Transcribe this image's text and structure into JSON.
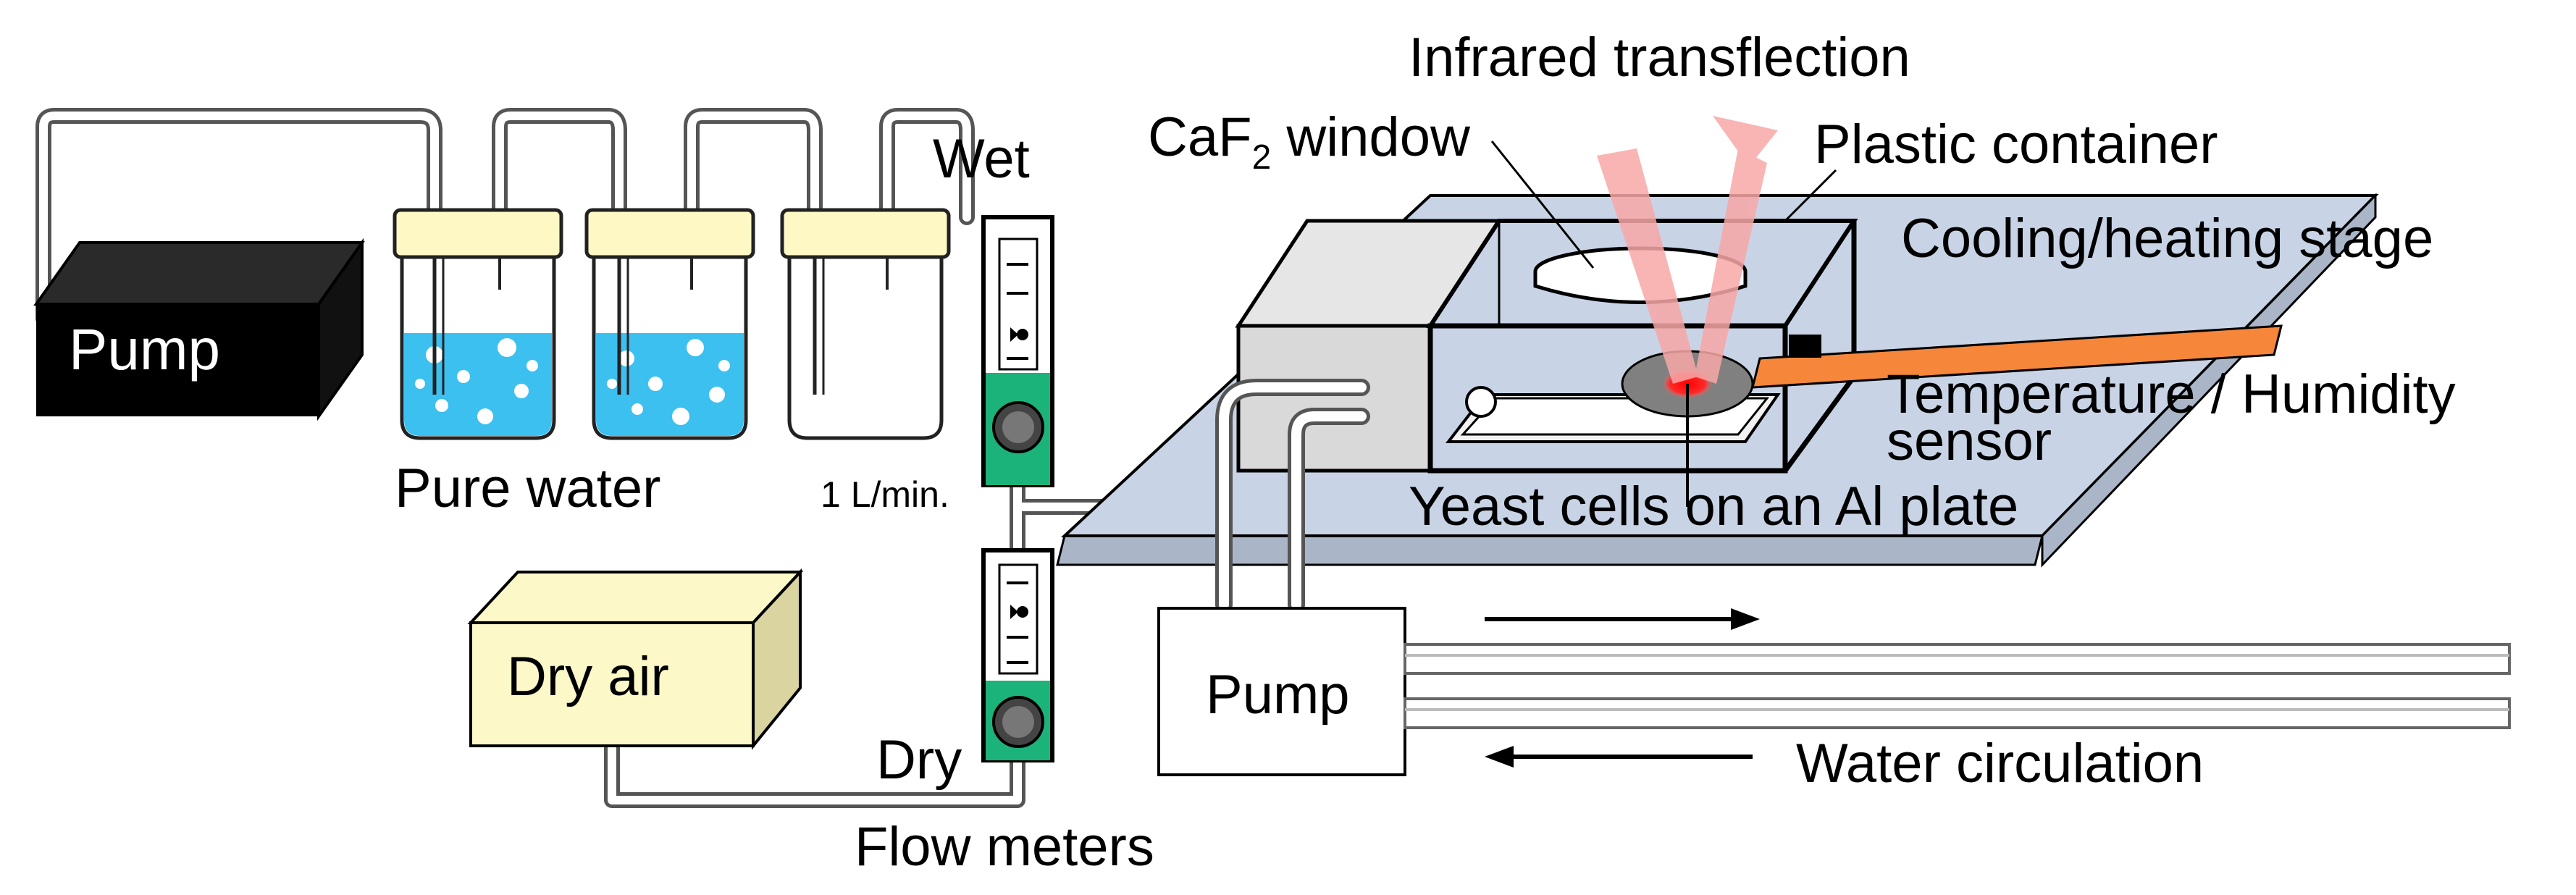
{
  "labels": {
    "pump_left": "Pump",
    "pure_water": "Pure water",
    "wet": "Wet",
    "dry": "Dry",
    "flow_rate": "1 L/min.",
    "flow_meters": "Flow meters",
    "dry_air": "Dry air",
    "pump_bottom": "Pump",
    "infrared": "Infrared transflection",
    "caf2_prefix": "CaF",
    "caf2_sub": "2",
    "caf2_suffix": " window",
    "plastic_container": "Plastic container",
    "stage": "Cooling/heating  stage",
    "sensor_line1": "Temperature / Humidity",
    "sensor_line2": "sensor",
    "yeast": "Yeast cells on an Al plate",
    "water_circulation": "Water circulation"
  },
  "colors": {
    "water": "#3cc0f0",
    "cap": "#fdf8c4",
    "dry_air_box": "#fdf8c8",
    "stage": "#c8d4e6",
    "meter_green": "#1bb37a",
    "sensor_orange": "#f5863a",
    "ir_beam": "#f8a7a7",
    "sample_red": "#ff1a1a",
    "gray_box": "#d9d9d9"
  }
}
